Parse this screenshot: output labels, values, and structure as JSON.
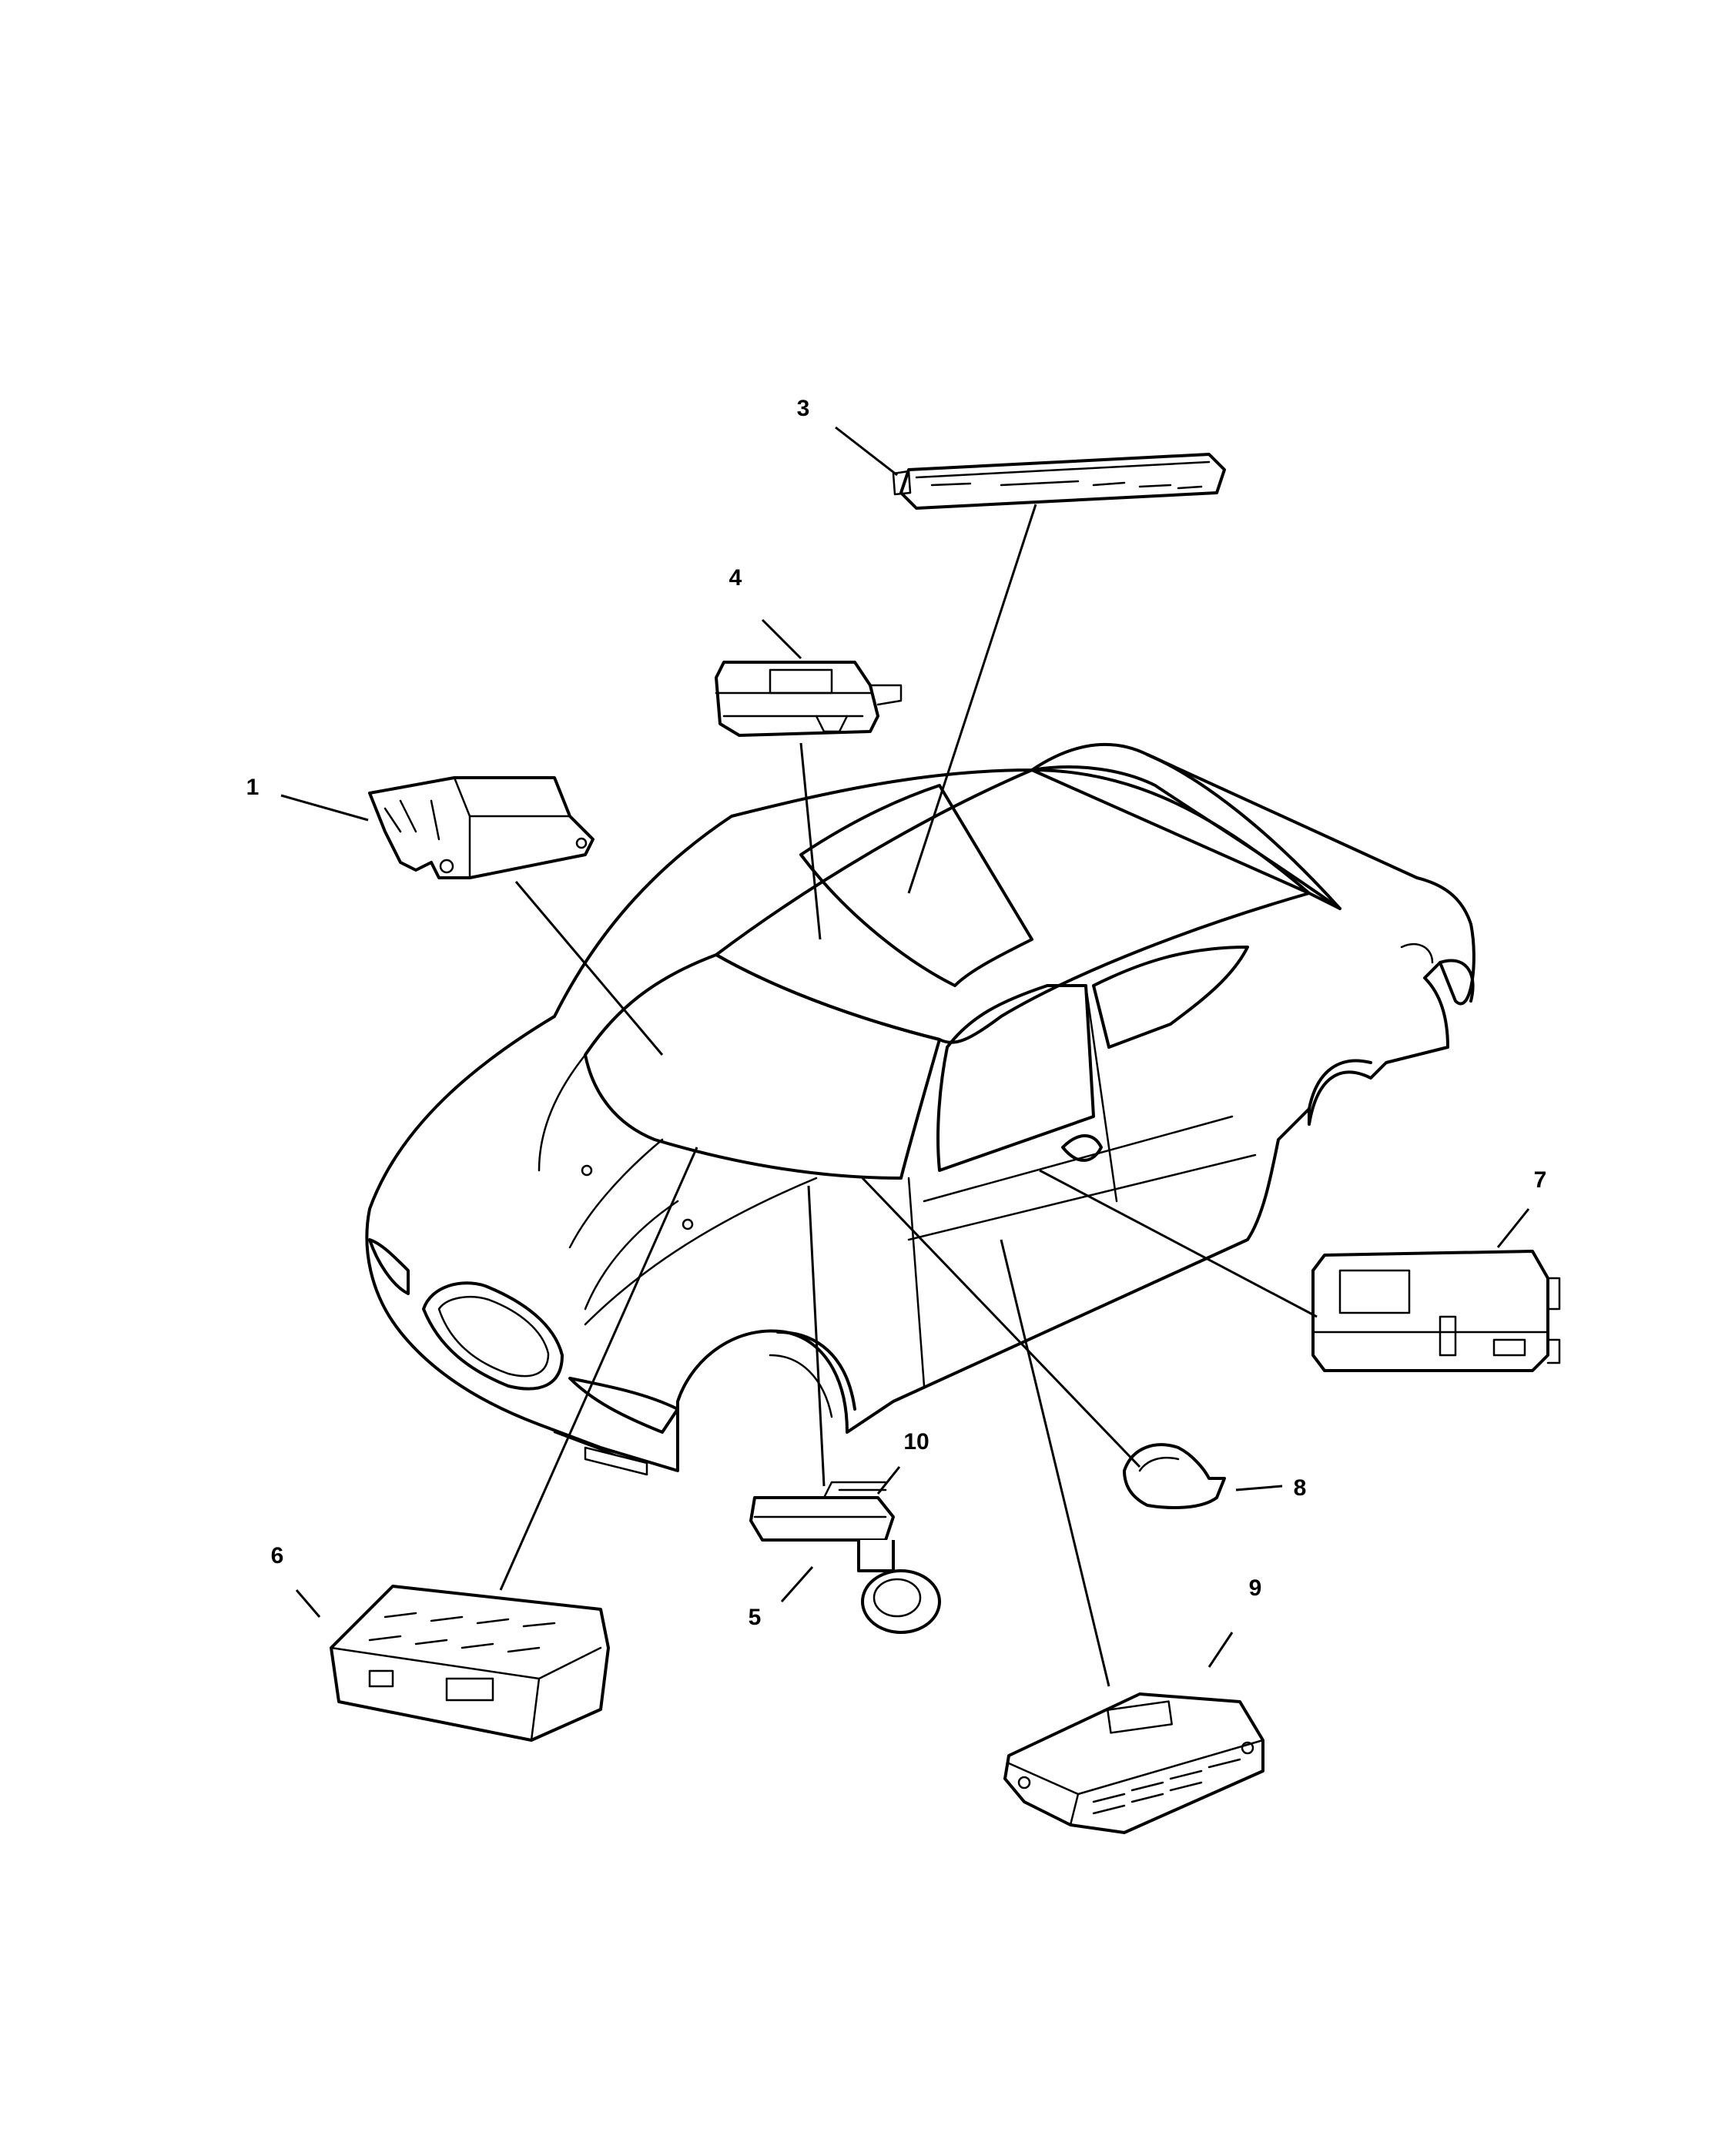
{
  "diagram": {
    "callouts": [
      {
        "id": "1",
        "label": "1"
      },
      {
        "id": "3",
        "label": "3"
      },
      {
        "id": "4",
        "label": "4"
      },
      {
        "id": "5",
        "label": "5"
      },
      {
        "id": "6",
        "label": "6"
      },
      {
        "id": "7",
        "label": "7"
      },
      {
        "id": "8",
        "label": "8"
      },
      {
        "id": "9",
        "label": "9"
      },
      {
        "id": "10",
        "label": "10"
      }
    ]
  }
}
